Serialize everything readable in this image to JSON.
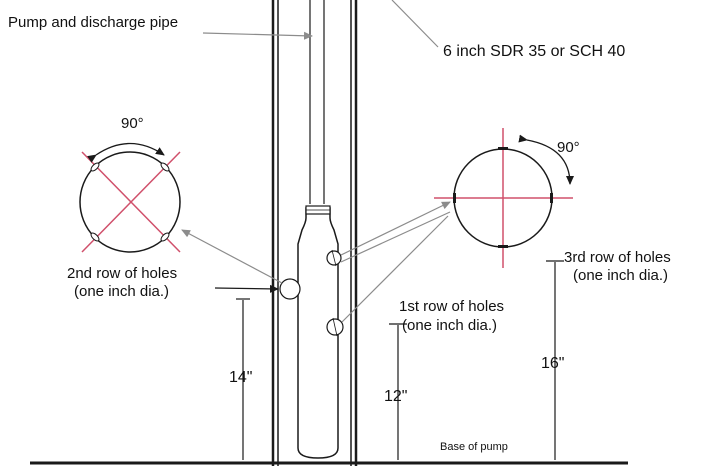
{
  "labels": {
    "pump_pipe": "Pump and discharge pipe",
    "casing": "6 inch SDR 35 or SCH 40",
    "angle_left": "90°",
    "angle_right": "90°",
    "row2_title": "2nd row of holes",
    "row2_dia": "(one inch dia.)",
    "row1_title": "1st row of holes",
    "row1_dia": "(one inch dia.)",
    "row3_title": "3rd row of holes",
    "row3_dia": "(one inch dia.)",
    "dim_14": "14\"",
    "dim_12": "12\"",
    "dim_16": "16\"",
    "base": "Base of pump"
  },
  "colors": {
    "line": "#1a1a1a",
    "leader": "#8c8c8c",
    "cross": "#d0506b",
    "ink": "#111111"
  }
}
